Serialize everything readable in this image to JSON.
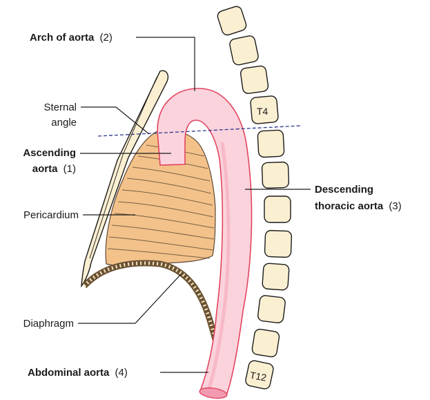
{
  "labels": {
    "arch": {
      "name": "Arch of aorta",
      "num": "(2)"
    },
    "sternal_angle": {
      "line1": "Sternal",
      "line2": "angle"
    },
    "ascending": {
      "line1": "Ascending",
      "line2_name": "aorta",
      "line2_num": "(1)"
    },
    "pericardium": "Pericardium",
    "descending": {
      "line1": "Descending",
      "line2_name": "thoracic aorta",
      "line2_num": "(3)"
    },
    "diaphragm": "Diaphragm",
    "abdominal": {
      "name": "Abdominal aorta",
      "num": "(4)"
    }
  },
  "vertebra_labels": {
    "t4": "T4",
    "t12": "T12"
  },
  "colors": {
    "aorta_fill": "#fbd3dc",
    "aorta_stroke": "#e2445f",
    "pericardium_fill": "#f3c28a",
    "pericardium_stroke": "#5a4634",
    "vertebra_fill": "#fbefd2",
    "diaphragm": "#6b5232",
    "sternal_plane": "#2b3590"
  }
}
